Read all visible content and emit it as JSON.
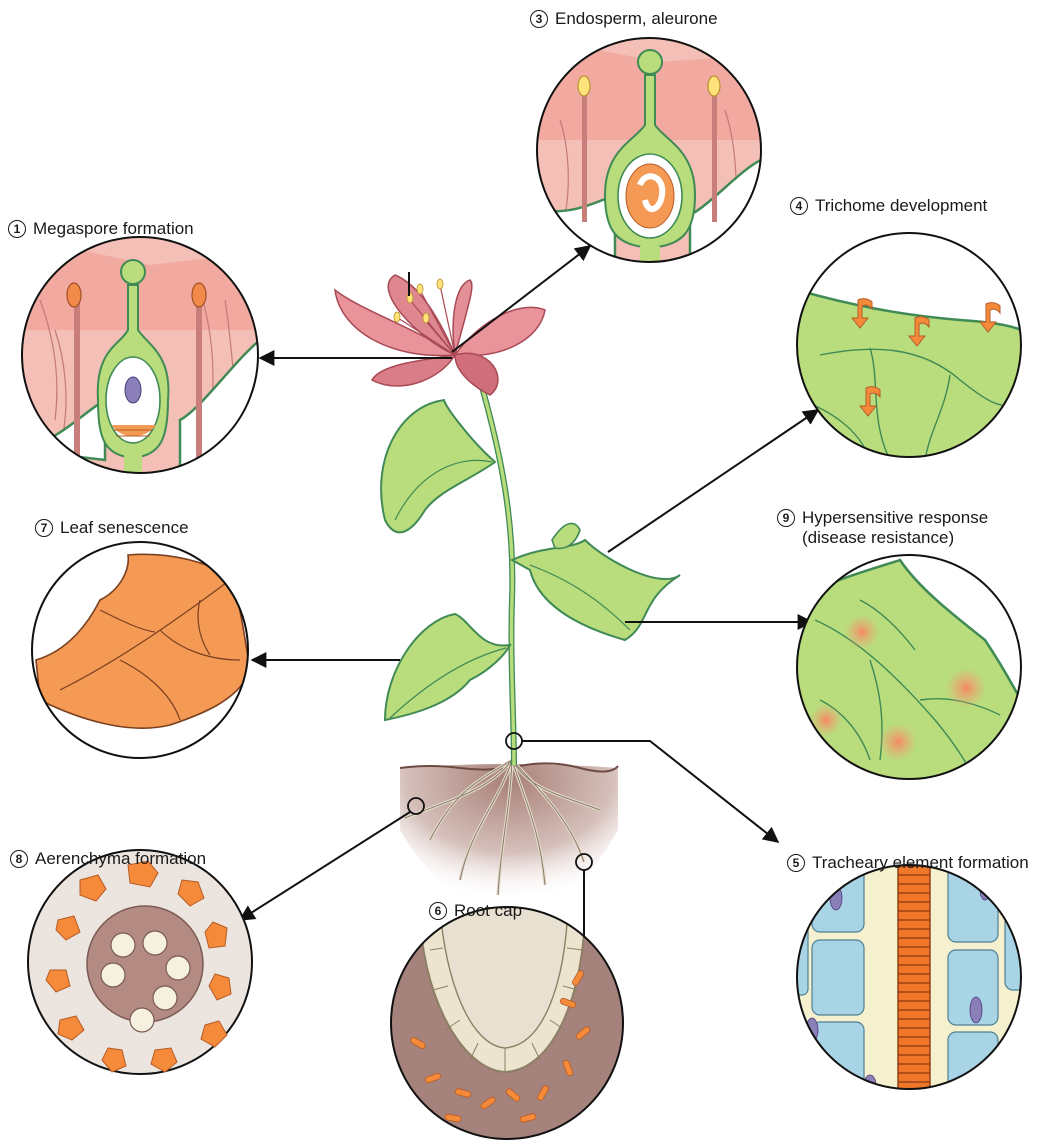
{
  "labels": {
    "megaspore": {
      "num": "1",
      "text": "Megaspore formation"
    },
    "endosperm": {
      "num": "3",
      "text": "Endosperm, aleurone"
    },
    "trichome": {
      "num": "4",
      "text": "Trichome development"
    },
    "senescence": {
      "num": "7",
      "text": "Leaf senescence"
    },
    "hypersensitive": {
      "num": "9",
      "text": "Hypersensitive response",
      "text2": "(disease resistance)"
    },
    "aerenchyma": {
      "num": "8",
      "text": "Aerenchyma formation"
    },
    "rootcap": {
      "num": "6",
      "text": "Root cap"
    },
    "tracheary": {
      "num": "5",
      "text": "Tracheary element formation"
    }
  },
  "colors": {
    "petal": "#e8949a",
    "petal_dark": "#c9676f",
    "leaf": "#b9dc7c",
    "leaf_edge": "#3f8a55",
    "orange": "#f59a55",
    "soil": "#b59088",
    "vessel_blue": "#a8d4e6",
    "cell_cream": "#f5f1cf",
    "nucleus": "#8a7fb8"
  }
}
